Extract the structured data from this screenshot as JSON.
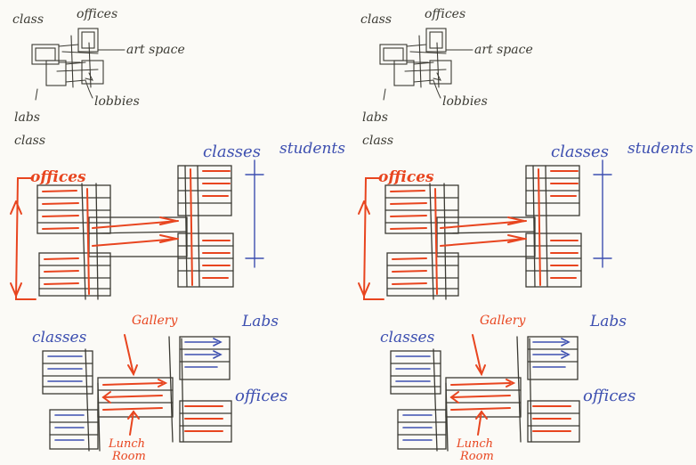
{
  "colors": {
    "pencil": "#3b3a33",
    "red": "#e8451f",
    "blue": "#3d4fb0",
    "paper": "#fbfaf6"
  },
  "sketch1": {
    "labels": [
      "class",
      "offices",
      "art space",
      "lobbies",
      "labs",
      "class"
    ]
  },
  "sketch2": {
    "labels": [
      "offices",
      "classes",
      "students"
    ]
  },
  "sketch3": {
    "labels": [
      "classes",
      "Gallery",
      "Labs",
      "offices",
      "Lunch",
      "Room"
    ]
  }
}
